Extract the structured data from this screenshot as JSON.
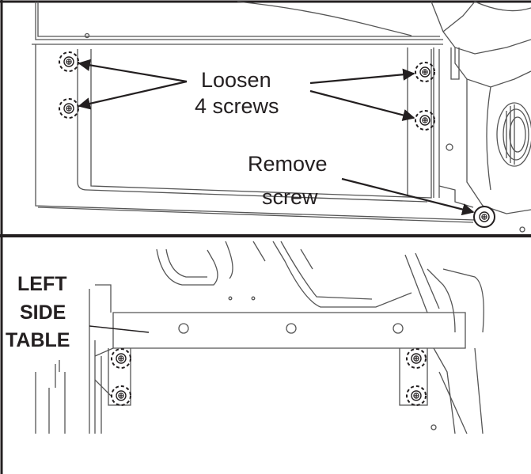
{
  "top_panel": {
    "loosen_line1": "Loosen",
    "loosen_line2": "4 screws",
    "remove_line1": "Remove",
    "remove_line2": "screw"
  },
  "bottom_panel": {
    "part_line1": "LEFT",
    "part_line2": "SIDE",
    "part_line3": "TABLE"
  },
  "colors": {
    "ink": "#231f20",
    "line": "#555555",
    "background": "#ffffff"
  }
}
